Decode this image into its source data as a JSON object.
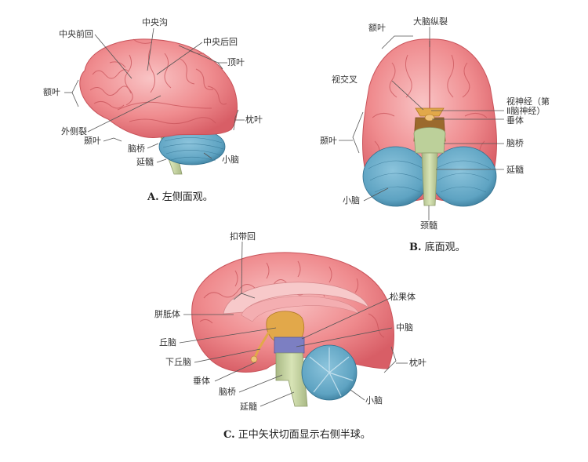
{
  "figure_a": {
    "caption_letter": "A.",
    "caption_text": "左侧面观。",
    "labels": {
      "central_sulcus": "中央沟",
      "precentral_gyrus": "中央前回",
      "postcentral_gyrus": "中央后回",
      "parietal_lobe": "顶叶",
      "frontal_lobe": "额叶",
      "occipital_lobe": "枕叶",
      "lateral_sulcus": "外侧裂",
      "temporal_lobe": "颞叶",
      "pons": "脑桥",
      "medulla": "延髓",
      "cerebellum": "小脑"
    }
  },
  "figure_b": {
    "caption_letter": "B.",
    "caption_text": "底面观。",
    "labels": {
      "longitudinal_fissure": "大脑纵裂",
      "frontal_lobe": "额叶",
      "optic_chiasm": "视交叉",
      "optic_nerve_line1": "视神经（第",
      "optic_nerve_line2": "Ⅱ脑神经）",
      "pituitary": "垂体",
      "temporal_lobe": "颞叶",
      "pons": "脑桥",
      "medulla": "延髓",
      "cerebellum": "小脑",
      "spinal_cord": "颈髓"
    }
  },
  "figure_c": {
    "caption_letter": "C.",
    "caption_text": "正中矢状切面显示右侧半球。",
    "labels": {
      "cingulate_gyrus": "扣带回",
      "corpus_callosum": "胼胝体",
      "pineal_body": "松果体",
      "thalamus": "丘脑",
      "midbrain": "中脑",
      "hypothalamus": "下丘脑",
      "occipital_lobe": "枕叶",
      "pituitary": "垂体",
      "pons": "脑桥",
      "medulla": "延髓",
      "cerebellum": "小脑"
    }
  },
  "colors": {
    "cerebrum": "#ef8b8e",
    "cerebrum_light": "#f7b9bb",
    "cerebrum_dark": "#c9535a",
    "cerebellum": "#5ea3c2",
    "cerebellum_dark": "#2f6f8e",
    "brainstem": "#c8d6a4",
    "diencephalon": "#e2a84a",
    "midbrain": "#7c7fc2",
    "leader_line": "#555555"
  }
}
